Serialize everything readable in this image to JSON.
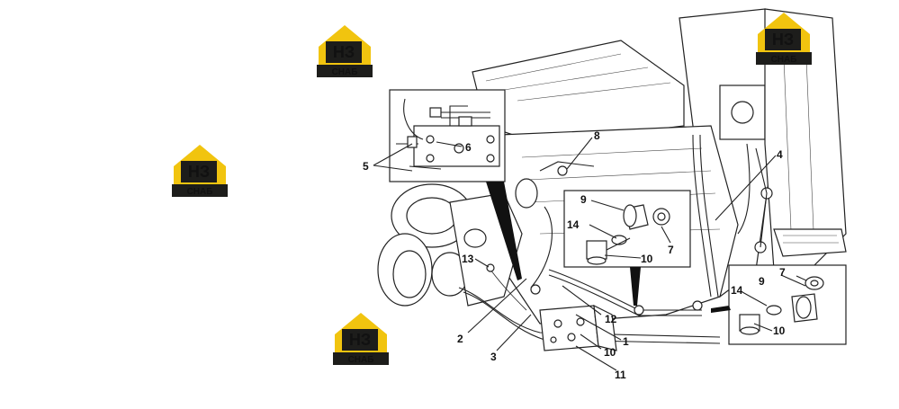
{
  "logo": {
    "mark": "НЗ",
    "caption": "СНАБ",
    "colors": {
      "house": "#f1c40f",
      "dark": "#1d1d1b",
      "light": "#ffffff"
    }
  },
  "callouts": {
    "c1": "1",
    "c2": "2",
    "c3": "3",
    "c4": "4",
    "c5": "5",
    "c6": "6",
    "c7a": "7",
    "c7b": "7",
    "c8": "8",
    "c9a": "9",
    "c9b": "9",
    "c10a": "10",
    "c10b": "10",
    "c10c": "10",
    "c11": "11",
    "c12": "12",
    "c13": "13",
    "c14a": "14",
    "c14b": "14"
  }
}
